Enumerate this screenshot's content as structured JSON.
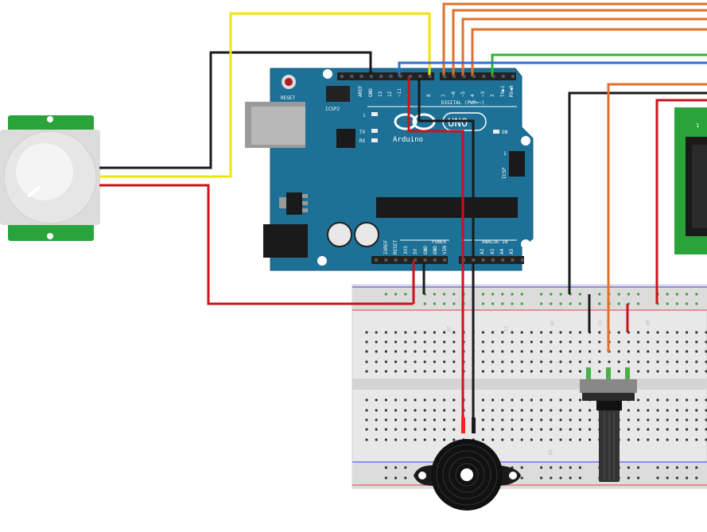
{
  "colors": {
    "board": "#1d7096",
    "wire_red": "#c8141a",
    "wire_black": "#1a1a1a",
    "wire_yellow": "#f2e40e",
    "wire_orange": "#e0702a",
    "wire_green": "#2fb52f",
    "wire_blue": "#2f6fd0",
    "pir_board": "#2aa33a",
    "lcd_board": "#2aa33a"
  },
  "arduino": {
    "reset": "RESET",
    "icsp2": "ICSP2",
    "icsp": "ICSP",
    "icsp_pin1": "1",
    "digital": "DIGITAL (PWM=~)",
    "logo": "Arduino",
    "model": "UNO",
    "tm": "TM",
    "led_l": "L",
    "led_tx": "TX",
    "led_rx": "RX",
    "led_on": "ON",
    "power": "POWER",
    "analog": "ANALOG IN",
    "top_pins": [
      "AREF",
      "GND",
      "13",
      "12",
      "~11",
      "8",
      "7",
      "~6",
      "~5",
      "4",
      "~3",
      "2",
      "TX▶1",
      "RX◀0"
    ],
    "bottom_pins": [
      "IOREF",
      "RESET",
      "3V3",
      "5V",
      "GND",
      "GND",
      "VIN",
      "A2",
      "A3",
      "A4",
      "A5"
    ]
  },
  "breadboard": {
    "col_labels": [
      "20",
      "25",
      "30",
      "35",
      "40"
    ]
  },
  "lcd": {
    "pin1": "1"
  }
}
